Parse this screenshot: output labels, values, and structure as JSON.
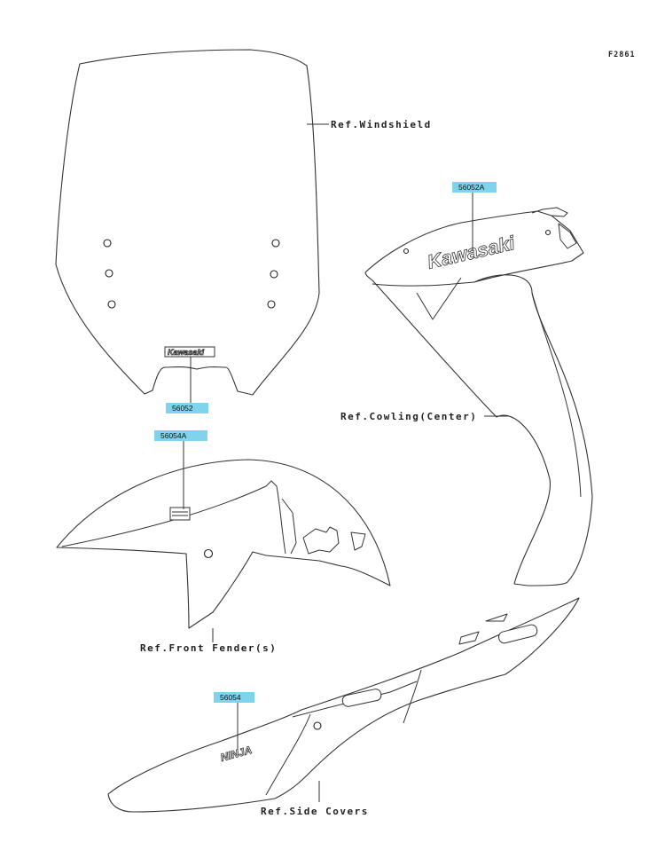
{
  "figure_code": "F2861",
  "tag_color": "#7fd3ec",
  "part_tags": {
    "windshield_decal": "56052",
    "cowling_decal": "56052A",
    "fender_decal": "56054A",
    "side_cover_decal": "56054"
  },
  "ref_labels": {
    "windshield": "Ref.Windshield",
    "cowling": "Ref.Cowling(Center)",
    "front_fender": "Ref.Front Fender(s)",
    "side_covers": "Ref.Side Covers"
  },
  "logo_text": "Kawasaki",
  "decal_model_text": "NINJA"
}
